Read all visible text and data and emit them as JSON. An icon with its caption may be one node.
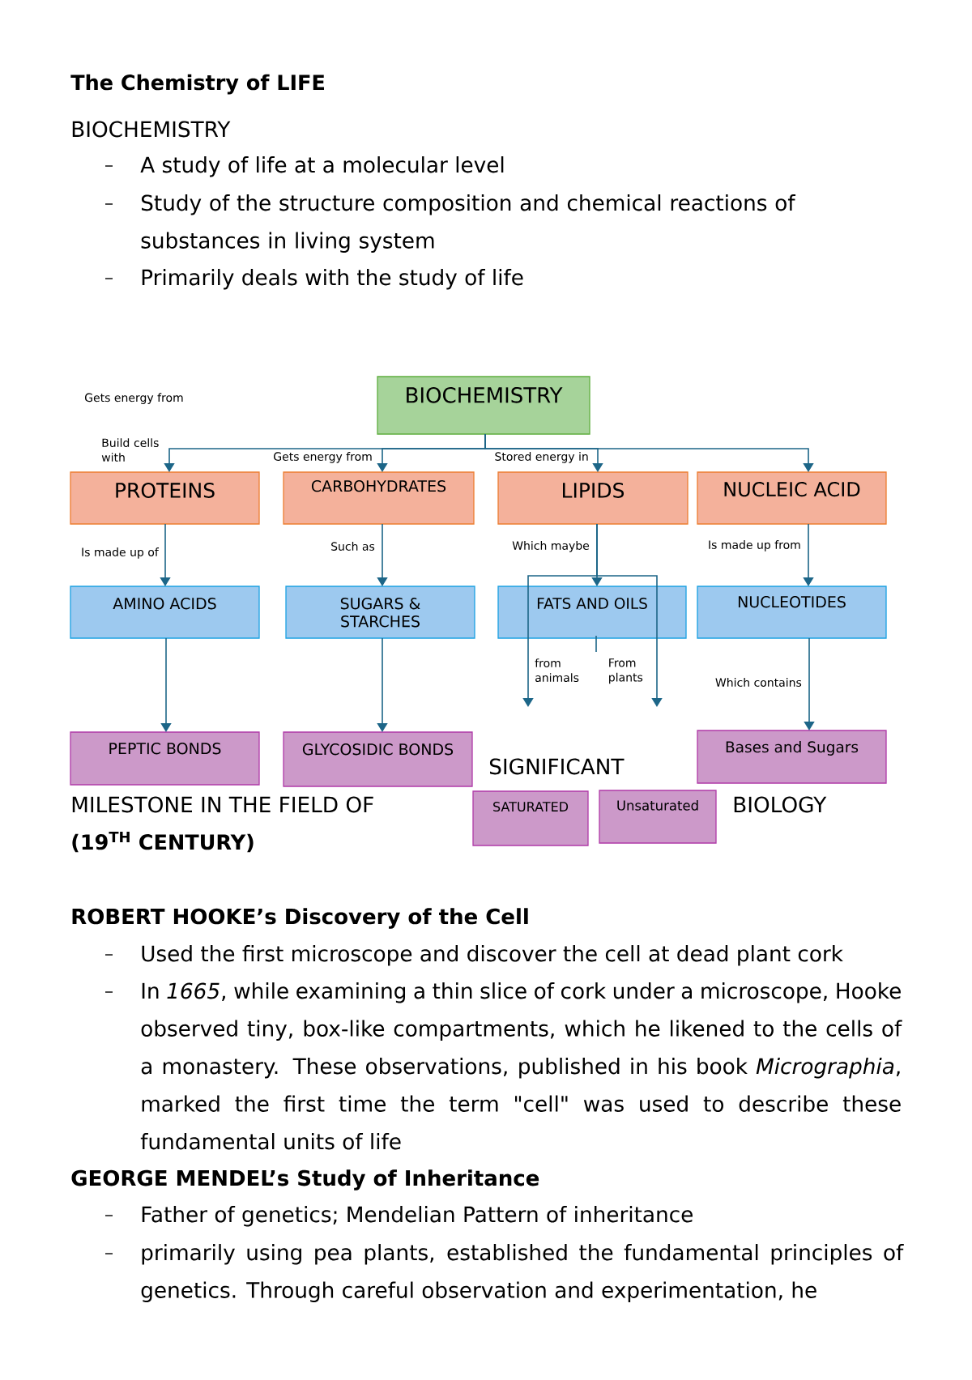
{
  "diagram": {
    "title": "The Chemistry of LIFE",
    "nodes": [
      {
        "text": [
          "BIOCHEMISTRY"
        ]
      },
      {
        "text": [
          "PROTEINS"
        ]
      },
      {
        "text": [
          "CARBOHYDRATES"
        ]
      },
      {
        "text": [
          "LIPIDS"
        ]
      },
      {
        "text": [
          "NUCLEIC ACID"
        ]
      },
      {
        "text": [
          "AMINO ACIDS"
        ]
      },
      {
        "text": [
          "SUGARS & STARCHES"
        ]
      },
      {
        "text": [
          "FATS AND OILS"
        ]
      },
      {
        "text": [
          "NUCLEOTIDES"
        ]
      },
      {
        "text": [
          "PEPTIC BONDS"
        ]
      },
      {
        "text": [
          "GLYCOSIDIC BONDS"
        ]
      },
      {
        "text": [
          "Bases and Sugars"
        ]
      },
      {
        "text": [
          "SATURATED"
        ]
      },
      {
        "text": [
          "Unsaturated"
        ]
      }
    ],
    "edges": [
      {
        "from": 0,
        "to": 1,
        "arrow": "to",
        "label": "Build cells with"
      },
      {
        "from": 0,
        "to": 2,
        "arrow": "to",
        "label": "Gets energy from"
      },
      {
        "from": 0,
        "to": 3,
        "arrow": "to",
        "label": "Stored energy in"
      },
      {
        "from": 0,
        "to": 4,
        "arrow": "to"
      },
      {
        "from": 1,
        "to": 5,
        "arrow": "to",
        "label": "Is made up of"
      },
      {
        "from": 2,
        "to": 6,
        "arrow": "to",
        "label": "Such as"
      },
      {
        "from": 3,
        "to": 7,
        "arrow": "to",
        "label": "Which maybe"
      },
      {
        "from": 4,
        "to": 8,
        "arrow": "to",
        "label": "Is made up from"
      },
      {
        "from": 5,
        "to": 9,
        "arrow": "to"
      },
      {
        "from": 6,
        "to": 10,
        "arrow": "to"
      },
      {
        "from": 8,
        "to": 11,
        "arrow": "to",
        "label": "Which contains"
      },
      {
        "from": 3,
        "to": null,
        "arrow": "to",
        "label": "from animals"
      },
      {
        "from": 3,
        "to": null,
        "arrow": "to",
        "label": "From plants"
      }
    ],
    "labels": [
      "BIOCHEMISTRY",
      "A study of life at a molecular level",
      "Study of the structure composition and chemical reactions of substances in living system",
      "Primarily deals with the study of life",
      "Gets energy from",
      "SIGNIFICANT",
      "MILESTONE IN THE FIELD OF",
      "BIOLOGY",
      "(19$^{TH}$ CENTURY)",
      "ROBERT HOOKE’s Discovery of the Cell",
      "Used the first microscope and discover the cell at dead plant cork",
      "In *1665*, while examining a thin slice of cork under a microscope, Hooke observed tiny, box-like compartments, which he likened to the cells of a monastery. These observations, published in his book *Micrographia*, marked the first time the term \"cell\" was used to describe these fundamental units of life",
      "GEORGE MENDEL’s Study of Inheritance",
      "Father of genetics; Mendelian Pattern of inheritance",
      "primarily using pea plants, established the fundamental principles of genetics. Through careful observation and experimentation, he"
    ]
  }
}
